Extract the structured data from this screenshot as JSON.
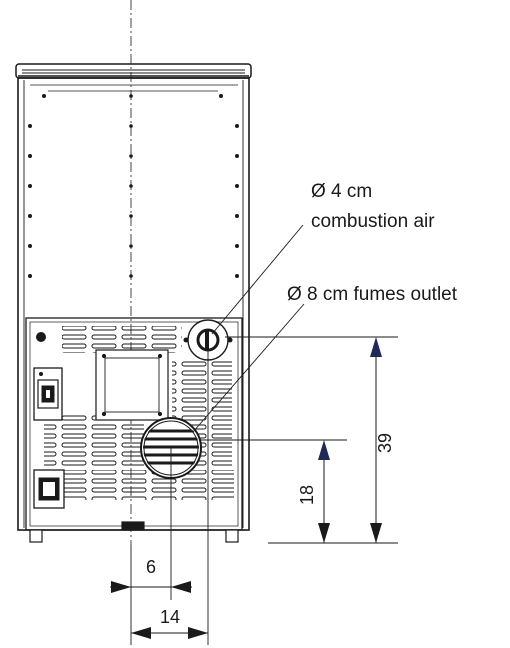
{
  "labels": {
    "combustion_air_diameter": "Ø 4 cm",
    "combustion_air_text": "combustion air",
    "fumes_outlet": "Ø 8 cm fumes outlet"
  },
  "dimensions": {
    "fumes_height": "18",
    "air_height": "39",
    "fumes_offset": "6",
    "air_offset": "14"
  },
  "colors": {
    "stroke": "#1a1a1a",
    "arrow": "#1f2a5a"
  }
}
